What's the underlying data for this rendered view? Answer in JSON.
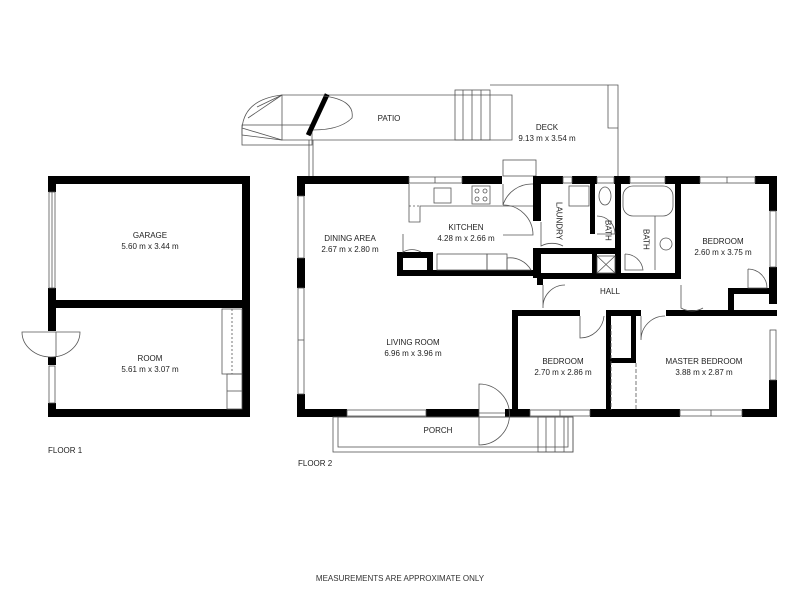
{
  "floor_plan": {
    "footer_note": "MEASUREMENTS ARE APPROXIMATE ONLY",
    "floors": [
      {
        "label": "FLOOR 1",
        "rooms": [
          {
            "name": "GARAGE",
            "dims": "5.60 m x 3.44 m"
          },
          {
            "name": "ROOM",
            "dims": "5.61 m x 3.07 m"
          }
        ]
      },
      {
        "label": "FLOOR 2",
        "rooms": [
          {
            "name": "PATIO",
            "dims": ""
          },
          {
            "name": "DECK",
            "dims": "9.13 m x 3.54 m"
          },
          {
            "name": "DINING AREA",
            "dims": "2.67 m x 2.80 m"
          },
          {
            "name": "KITCHEN",
            "dims": "4.28 m x 2.66 m"
          },
          {
            "name": "LAUNDRY",
            "dims": ""
          },
          {
            "name": "BATH",
            "dims": ""
          },
          {
            "name": "BATH",
            "dims": ""
          },
          {
            "name": "BEDROOM",
            "dims": "2.60 m x 3.75 m"
          },
          {
            "name": "HALL",
            "dims": ""
          },
          {
            "name": "LIVING ROOM",
            "dims": "6.96 m x 3.96 m"
          },
          {
            "name": "BEDROOM",
            "dims": "2.70 m x 2.86 m"
          },
          {
            "name": "MASTER BEDROOM",
            "dims": "3.88 m x 2.87 m"
          },
          {
            "name": "PORCH",
            "dims": ""
          }
        ]
      }
    ],
    "colors": {
      "wall": "#000000",
      "line": "#555555",
      "background": "#ffffff"
    }
  }
}
